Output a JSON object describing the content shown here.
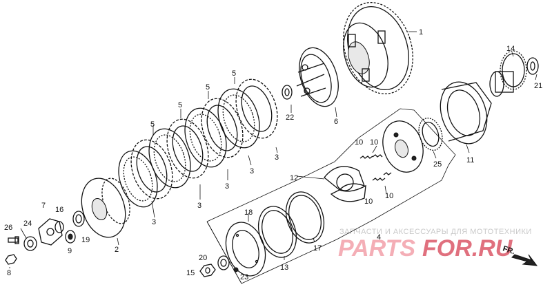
{
  "callouts": [
    {
      "id": "c1",
      "label": "1"
    },
    {
      "id": "c2",
      "label": "2"
    },
    {
      "id": "c3a",
      "label": "3"
    },
    {
      "id": "c3b",
      "label": "3"
    },
    {
      "id": "c3c",
      "label": "3"
    },
    {
      "id": "c3d",
      "label": "3"
    },
    {
      "id": "c3e",
      "label": "3"
    },
    {
      "id": "c4",
      "label": "4"
    },
    {
      "id": "c5a",
      "label": "5"
    },
    {
      "id": "c5b",
      "label": "5"
    },
    {
      "id": "c5c",
      "label": "5"
    },
    {
      "id": "c5d",
      "label": "5"
    },
    {
      "id": "c6",
      "label": "6"
    },
    {
      "id": "c7",
      "label": "7"
    },
    {
      "id": "c8",
      "label": "8"
    },
    {
      "id": "c9",
      "label": "9"
    },
    {
      "id": "c10a",
      "label": "10"
    },
    {
      "id": "c10b",
      "label": "10"
    },
    {
      "id": "c10c",
      "label": "10"
    },
    {
      "id": "c10d",
      "label": "10"
    },
    {
      "id": "c11",
      "label": "11"
    },
    {
      "id": "c12",
      "label": "12"
    },
    {
      "id": "c13",
      "label": "13"
    },
    {
      "id": "c14",
      "label": "14"
    },
    {
      "id": "c15",
      "label": "15"
    },
    {
      "id": "c16",
      "label": "16"
    },
    {
      "id": "c17",
      "label": "17"
    },
    {
      "id": "c18",
      "label": "18"
    },
    {
      "id": "c19",
      "label": "19"
    },
    {
      "id": "c20",
      "label": "20"
    },
    {
      "id": "c21",
      "label": "21"
    },
    {
      "id": "c22",
      "label": "22"
    },
    {
      "id": "c23",
      "label": "23"
    },
    {
      "id": "c24",
      "label": "24"
    },
    {
      "id": "c25",
      "label": "25"
    },
    {
      "id": "c26",
      "label": "26"
    }
  ],
  "watermark": {
    "tagline": "ЗАПЧАСТИ И АКСЕССУАРЫ ДЛЯ МОТОТЕХНИКИ",
    "logo_left": "PARTS",
    "logo_right": "FOR.RU"
  },
  "direction_marker": "FR.",
  "colors": {
    "line": "#111111",
    "watermark_text": "#c9c9c9",
    "watermark_logo": "#f4aeb6",
    "watermark_logo_accent": "#e0707e"
  }
}
